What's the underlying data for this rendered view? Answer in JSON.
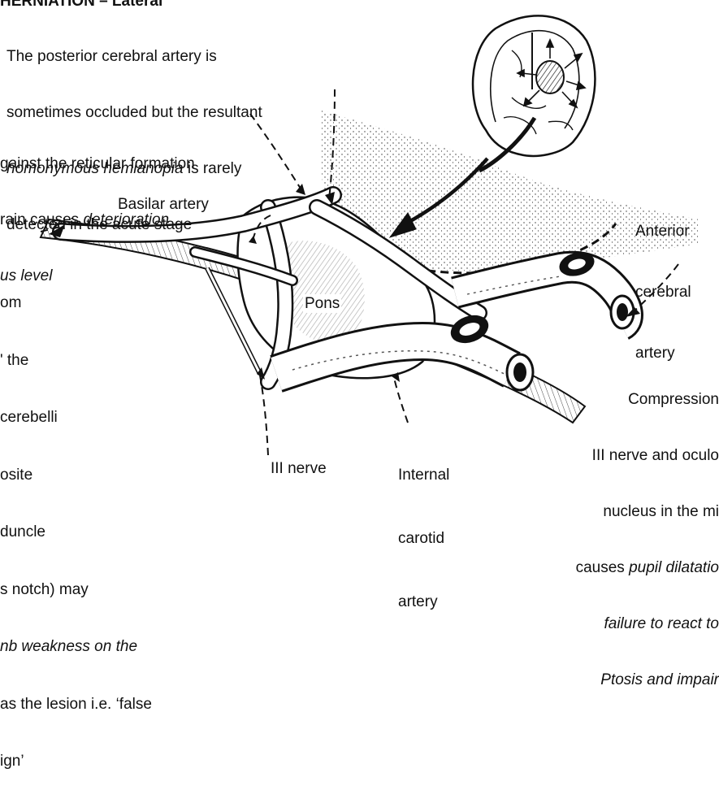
{
  "header_fragment": "HERNIATION – Lateral",
  "notes": {
    "posterior_cerebral": {
      "line1": "The posterior cerebral artery is",
      "line2": "sometimes occluded but the resultant",
      "line3_italic": "homonymous hemianopia",
      "line3_rest": " is rarely",
      "line4": "detected in the acute stage"
    },
    "reticular": {
      "line1": "gainst the reticular formation",
      "line2_plain": "rain causes ",
      "line2_italic": "deterioration",
      "line3_italic": "us level"
    },
    "peduncle": {
      "line1": "om",
      "line2": "' the",
      "line3": "cerebelli",
      "line4": "osite",
      "line5": "duncle",
      "line6": "s notch) may",
      "line7_italic": "nb weakness on the",
      "line8": "as the lesion i.e. ‘false",
      "line9": "ign’"
    },
    "compression": {
      "line1": "Compression",
      "line2": "III nerve and oculo",
      "line3": "nucleus in the mi",
      "line4_plain": "causes ",
      "line4_italic": "pupil dilatatio",
      "line5_italic": "failure to react to",
      "line6_italic": "Ptosis and impair"
    }
  },
  "labels": {
    "basilar": "Basilar artery",
    "anterior_cerebral": [
      "Anterior",
      "cerebral",
      "artery"
    ],
    "pons": "Pons",
    "iii_nerve": "III nerve",
    "internal_carotid": [
      "Internal",
      "carotid",
      "artery"
    ]
  }
}
